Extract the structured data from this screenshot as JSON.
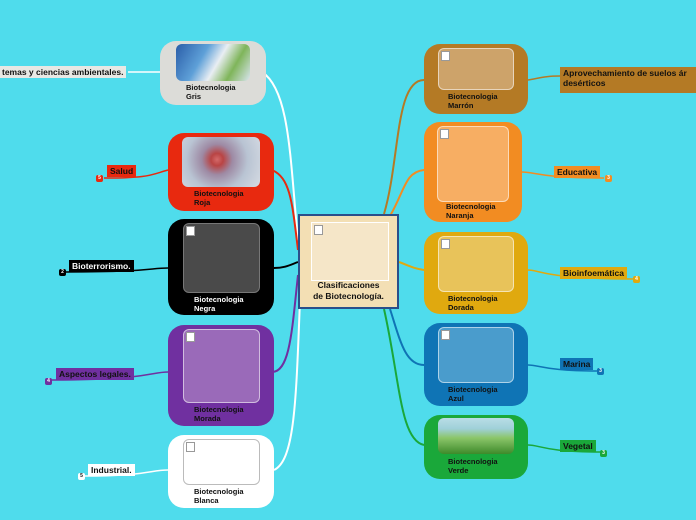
{
  "center": {
    "line1": "Clasificaciones",
    "line2": "de Biotecnología."
  },
  "nodes": {
    "gris": {
      "line1": "Biotecnologia",
      "line2": "Gris"
    },
    "roja": {
      "line1": "Biotecnologia",
      "line2": "Roja"
    },
    "negra": {
      "line1": "Biotecnologia",
      "line2": "Negra"
    },
    "morada": {
      "line1": "Biotecnologia",
      "line2": "Morada"
    },
    "blanca": {
      "line1": "Biotecnologia",
      "line2": "Blanca"
    },
    "marron": {
      "line1": "Biotecnologia",
      "line2": "Marrón"
    },
    "naranja": {
      "line1": "Biotecnologia",
      "line2": "Naranja"
    },
    "dorada": {
      "line1": "Biotecnologia",
      "line2": "Dorada"
    },
    "azul": {
      "line1": "Biotecnologia",
      "line2": "Azul"
    },
    "verde": {
      "line1": "Biotecnologia",
      "line2": "Verde"
    }
  },
  "tags": {
    "gris": {
      "text": "temas y ciencias ambientales."
    },
    "roja": {
      "text": "Salud",
      "badge": "5"
    },
    "negra": {
      "text": "Bioterrorismo.",
      "badge": "2"
    },
    "morada": {
      "text": "Aspectos legales.",
      "badge": "4"
    },
    "blanca": {
      "text": "Industrial.",
      "badge": "5"
    },
    "marron": {
      "text": "Aprovechamiento de suelos ár",
      "text2": "desérticos"
    },
    "naranja": {
      "text": "Educativa",
      "badge": "3"
    },
    "dorada": {
      "text": "Bioinfoemática",
      "badge": "4"
    },
    "azul": {
      "text": "Marina",
      "badge": "3"
    },
    "verde": {
      "text": "Vegetal",
      "badge": "3"
    }
  },
  "colors": {
    "background": "#4fdcec",
    "gris": "#dcdcd8",
    "roja": "#e8290f",
    "negra": "#000000",
    "morada": "#7030a0",
    "blanca": "#ffffff",
    "marron": "#b47a25",
    "naranja": "#f28c22",
    "dorada": "#e0a90f",
    "azul": "#0f74b5",
    "verde": "#1aa83a"
  }
}
